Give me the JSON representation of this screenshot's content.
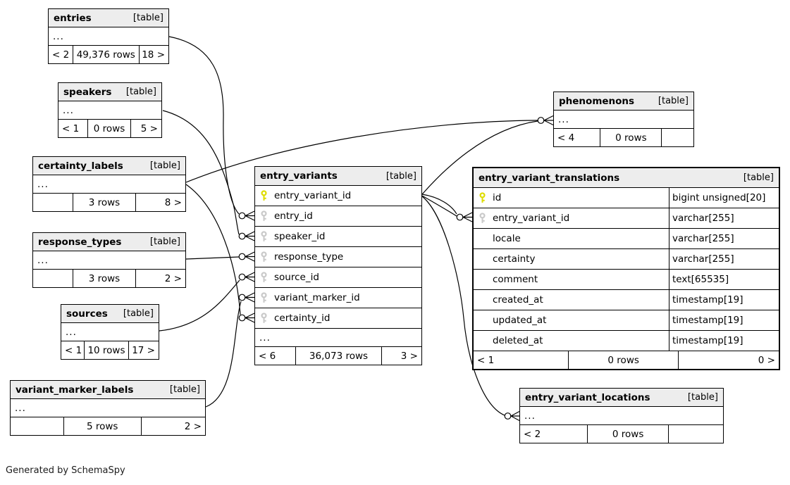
{
  "app": {
    "footer_note": "Generated by SchemaSpy"
  },
  "colors": {
    "primary_key_icon": "#dedc00",
    "foreign_key_icon": "#c9c9c9",
    "header_bg": "#ededed",
    "line": "#000000"
  },
  "tables": {
    "entries": {
      "name": "entries",
      "tag": "[table]",
      "ellipsis": "...",
      "footer": {
        "left": "< 2",
        "middle": "49,376 rows",
        "right": "18 >"
      }
    },
    "speakers": {
      "name": "speakers",
      "tag": "[table]",
      "ellipsis": "...",
      "footer": {
        "left": "< 1",
        "middle": "0 rows",
        "right": "5 >"
      }
    },
    "certainty_labels": {
      "name": "certainty_labels",
      "tag": "[table]",
      "ellipsis": "...",
      "footer": {
        "left": "",
        "middle": "3 rows",
        "right": "8 >"
      }
    },
    "response_types": {
      "name": "response_types",
      "tag": "[table]",
      "ellipsis": "...",
      "footer": {
        "left": "",
        "middle": "3 rows",
        "right": "2 >"
      }
    },
    "sources": {
      "name": "sources",
      "tag": "[table]",
      "ellipsis": "...",
      "footer": {
        "left": "< 1",
        "middle": "10 rows",
        "right": "17 >"
      }
    },
    "variant_marker_labels": {
      "name": "variant_marker_labels",
      "tag": "[table]",
      "ellipsis": "...",
      "footer": {
        "left": "",
        "middle": "5 rows",
        "right": "2 >"
      }
    },
    "entry_variants": {
      "name": "entry_variants",
      "tag": "[table]",
      "ellipsis": "...",
      "fields": [
        {
          "name": "entry_variant_id",
          "key": "primary"
        },
        {
          "name": "entry_id",
          "key": "foreign"
        },
        {
          "name": "speaker_id",
          "key": "foreign"
        },
        {
          "name": "response_type",
          "key": "foreign"
        },
        {
          "name": "source_id",
          "key": "foreign"
        },
        {
          "name": "variant_marker_id",
          "key": "foreign"
        },
        {
          "name": "certainty_id",
          "key": "foreign"
        }
      ],
      "footer": {
        "left": "< 6",
        "middle": "36,073 rows",
        "right": "3 >"
      }
    },
    "phenomenons": {
      "name": "phenomenons",
      "tag": "[table]",
      "ellipsis": "...",
      "footer": {
        "left": "< 4",
        "middle": "0 rows",
        "right": ""
      }
    },
    "entry_variant_translations": {
      "name": "entry_variant_translations",
      "tag": "[table]",
      "fields": [
        {
          "name": "id",
          "type": "bigint unsigned[20]",
          "key": "primary"
        },
        {
          "name": "entry_variant_id",
          "type": "varchar[255]",
          "key": "foreign"
        },
        {
          "name": "locale",
          "type": "varchar[255]",
          "key": "none"
        },
        {
          "name": "certainty",
          "type": "varchar[255]",
          "key": "none"
        },
        {
          "name": "comment",
          "type": "text[65535]",
          "key": "none"
        },
        {
          "name": "created_at",
          "type": "timestamp[19]",
          "key": "none"
        },
        {
          "name": "updated_at",
          "type": "timestamp[19]",
          "key": "none"
        },
        {
          "name": "deleted_at",
          "type": "timestamp[19]",
          "key": "none"
        }
      ],
      "footer": {
        "left": "< 1",
        "middle": "0 rows",
        "right": "0 >"
      }
    },
    "entry_variant_locations": {
      "name": "entry_variant_locations",
      "tag": "[table]",
      "ellipsis": "...",
      "footer": {
        "left": "< 2",
        "middle": "0 rows",
        "right": ""
      }
    }
  }
}
